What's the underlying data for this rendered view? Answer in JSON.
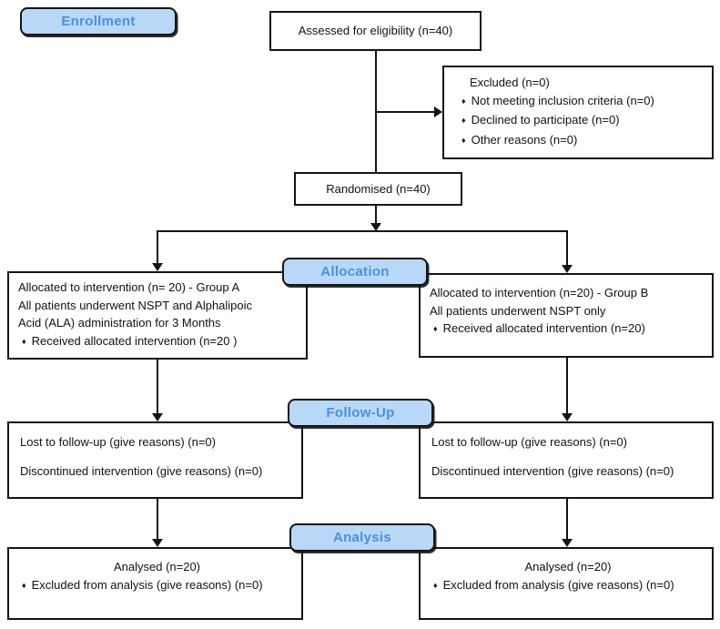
{
  "stages": {
    "enrollment": "Enrollment",
    "allocation": "Allocation",
    "followup": "Follow-Up",
    "analysis": "Analysis"
  },
  "glyphs": {
    "bullet": "♦"
  },
  "boxes": {
    "assessed": {
      "text": "Assessed for eligibility (n=40)"
    },
    "excluded": {
      "title": "Excluded (n=0)",
      "bullets": [
        "Not meeting inclusion criteria (n=0)",
        "Declined to participate (n=0)",
        "Other reasons (n=0)"
      ]
    },
    "randomised": {
      "text": "Randomised (n=40)"
    },
    "allocation_left": {
      "lines": [
        "Allocated to intervention (n= 20) - Group A",
        "All patients underwent NSPT and Alphalipoic",
        "Acid (ALA) administration for 3 Months"
      ],
      "bullet": "Received allocated intervention (n=20 )"
    },
    "allocation_right": {
      "lines": [
        "Allocated to intervention (n=20) - Group B",
        "All patients underwent NSPT only"
      ],
      "bullet": "Received allocated intervention (n=20)"
    },
    "followup_left": {
      "line1": "Lost to follow-up (give reasons) (n=0)",
      "line2": "Discontinued intervention (give reasons) (n=0)"
    },
    "followup_right": {
      "line1": "Lost to follow-up (give reasons) (n=0)",
      "line2": "Discontinued intervention (give reasons) (n=0)"
    },
    "analysis_left": {
      "title": "Analysed (n=20)",
      "bullet": "Excluded from analysis (give reasons) (n=0)"
    },
    "analysis_right": {
      "title": "Analysed (n=20)",
      "bullet": "Excluded from analysis (give reasons) (n=0)"
    }
  },
  "colors": {
    "badge_fill": "#b9d8f7",
    "badge_text": "#4a8fe4",
    "box_border": "#141414"
  }
}
